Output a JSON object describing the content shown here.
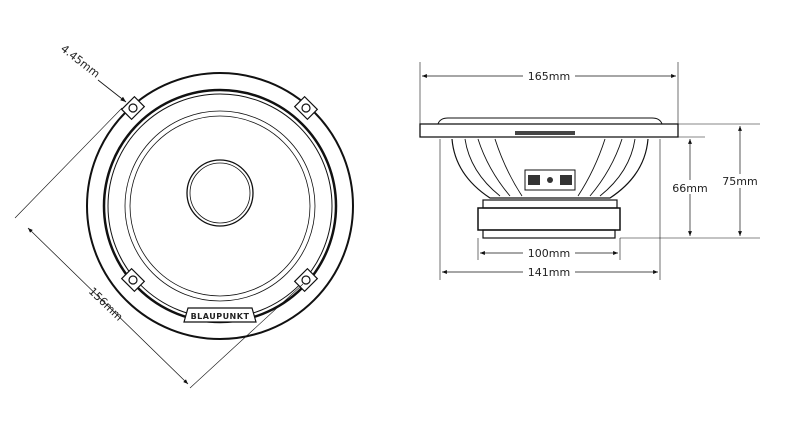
{
  "front_view": {
    "brand_logo": "BLAUPUNKT",
    "dim_hole": "4.45mm",
    "dim_diagonal": "156mm"
  },
  "side_view": {
    "dim_width": "165mm",
    "dim_magnet": "100mm",
    "dim_basket": "141mm",
    "dim_depth_mount": "66mm",
    "dim_depth_total": "75mm"
  }
}
